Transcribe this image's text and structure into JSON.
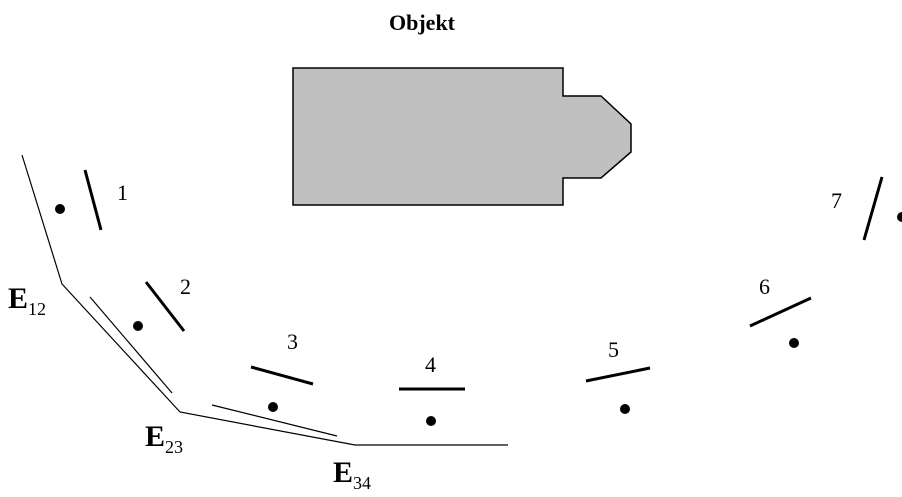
{
  "title": "Objekt",
  "colors": {
    "object_fill": "#c0c0c0",
    "stroke": "#000000"
  },
  "cameras": [
    {
      "label": "1"
    },
    {
      "label": "2"
    },
    {
      "label": "3"
    },
    {
      "label": "4"
    },
    {
      "label": "5"
    },
    {
      "label": "6"
    },
    {
      "label": "7"
    }
  ],
  "edges": [
    {
      "letter": "E",
      "sub": "12"
    },
    {
      "letter": "E",
      "sub": "23"
    },
    {
      "letter": "E",
      "sub": "34"
    }
  ]
}
